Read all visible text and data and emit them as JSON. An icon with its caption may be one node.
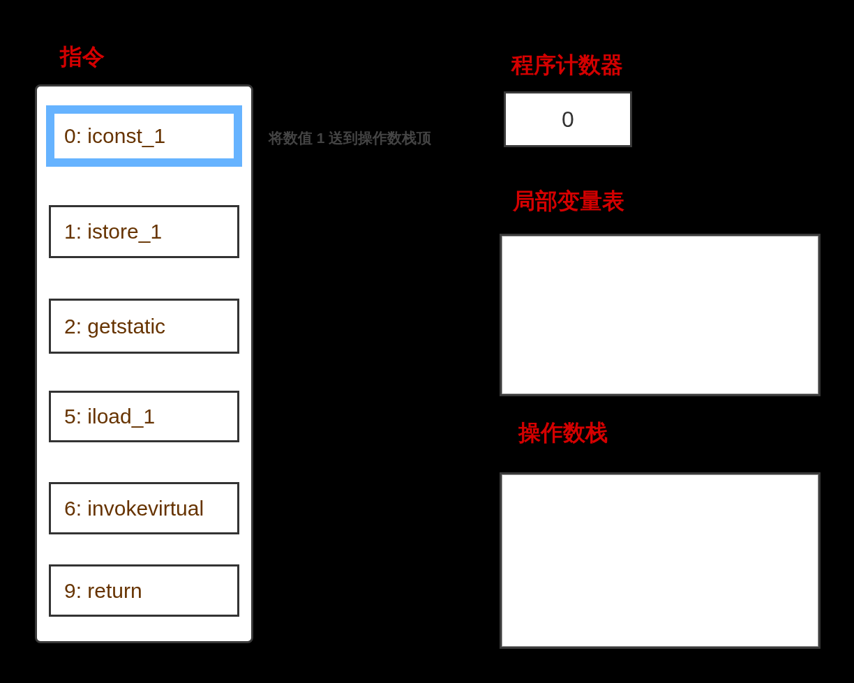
{
  "diagram": {
    "nodes": [
      {
        "text": [
          "指令"
        ]
      },
      {
        "text": [
          "0: iconst_1"
        ],
        "in": 0
      },
      {
        "text": [
          "1: istore_1"
        ],
        "in": 0
      },
      {
        "text": [
          "2: getstatic"
        ],
        "in": 0
      },
      {
        "text": [
          "5: iload_1"
        ],
        "in": 0
      },
      {
        "text": [
          "6: invokevirtual"
        ],
        "in": 0
      },
      {
        "text": [
          "9: return"
        ],
        "in": 0
      },
      {
        "text": [
          "程序计数器",
          "0"
        ]
      },
      {
        "text": [
          "局部变量表"
        ]
      },
      {
        "text": [
          "操作数栈"
        ]
      }
    ],
    "edges": [],
    "labels": [
      "将数值 1 送到操作数栈顶"
    ]
  }
}
